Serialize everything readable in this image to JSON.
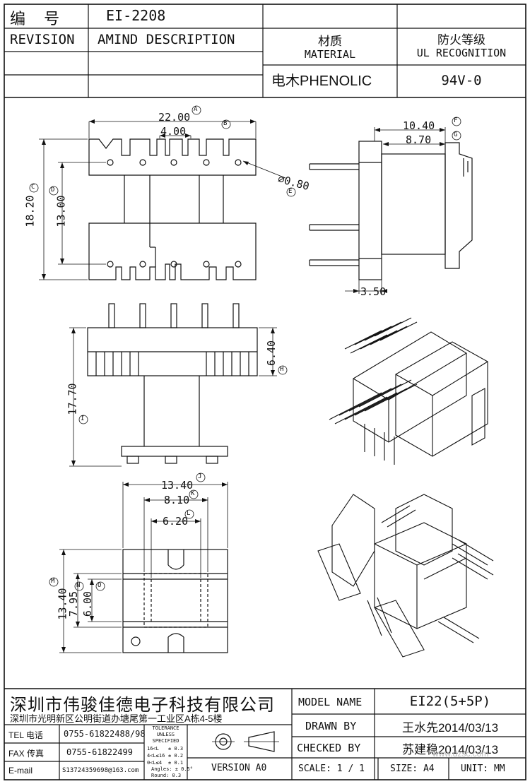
{
  "header": {
    "code_label": "编 号",
    "code_value": "EI-2208",
    "revision_label": "REVISION",
    "amend_label": "AMIND DESCRIPTION",
    "material_cn": "材质",
    "material_en": "MATERIAL",
    "material_value": "电木PHENOLIC",
    "ul_cn": "防火等级",
    "ul_en": "UL RECOGNITION",
    "ul_value": "94V-0"
  },
  "dimensions": {
    "width_22": "22.00",
    "pitch_4": "4.00",
    "hole_d": "⌀0.80",
    "height_18": "18.20",
    "height_13": "13.00",
    "side_10": "10.40",
    "side_8": "8.70",
    "side_3": "3.50",
    "front_6": "6.40",
    "front_17": "17.70",
    "bottom_13": "13.40",
    "bottom_8": "8.10",
    "bottom_6": "6.20",
    "bottom_h13": "13.40",
    "bottom_h7": "7.95",
    "bottom_h6": "6.00"
  },
  "markers": [
    "A",
    "B",
    "C",
    "D",
    "E",
    "F",
    "G",
    "H",
    "I",
    "J",
    "K",
    "L",
    "M",
    "N",
    "O"
  ],
  "title_block": {
    "company": "深圳市伟骏佳德电子科技有限公司",
    "address": "深圳市光明新区公明街道办塘尾第一工业区A栋4-5楼",
    "tel_label": "TEL 电话",
    "tel_value": "0755-61822488/98",
    "fax_label": "FAX 传真",
    "fax_value": "0755-61822499",
    "email_label": "E-mail",
    "email_value": "S13724359698@163.com",
    "tolerance_title": "TOLERANCE",
    "tolerance_unless": "UNLESS",
    "tolerance_specified": "SPECIFIED",
    "tol_rows": [
      {
        "range": "16<L",
        "tol": "± 0.3"
      },
      {
        "range": "4<L≤16",
        "tol": "± 0.2"
      },
      {
        "range": "0<L≤4",
        "tol": "± 0.1"
      }
    ],
    "angles": "Angles: ± 0.5°",
    "round": "Round: 0.3",
    "version": "VERSION A0",
    "model_label": "MODEL NAME",
    "model_value": "EI22(5+5P)",
    "drawn_label": "DRAWN BY",
    "drawn_value": "王水先2014/03/13",
    "checked_label": "CHECKED BY",
    "checked_value": "苏建稳2014/03/13",
    "scale_label": "SCALE: 1 / 1",
    "size_label": "SIZE: A4",
    "unit_label": "UNIT: MM"
  },
  "watermark": "www.dzsc.com"
}
